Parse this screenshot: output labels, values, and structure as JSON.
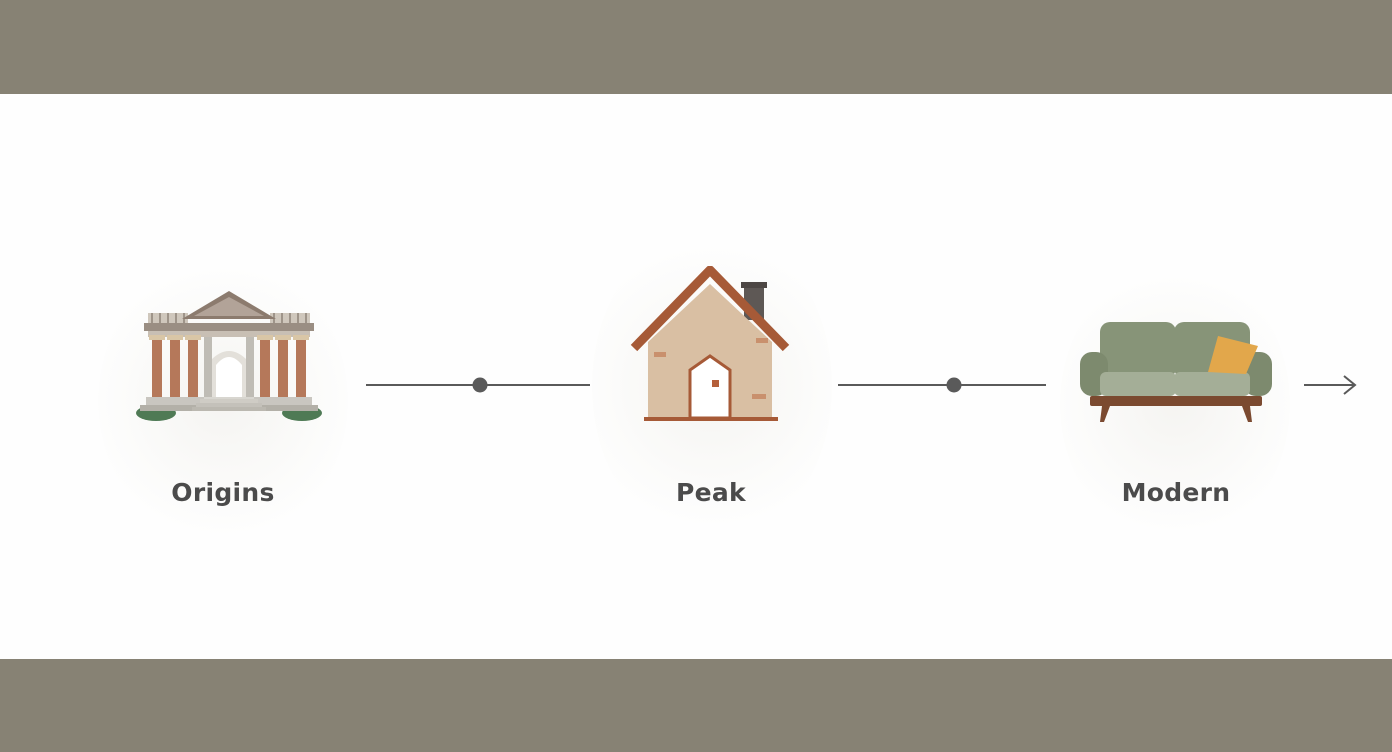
{
  "colors": {
    "band": "#878274",
    "background": "#fefefe",
    "connector": "#5a5a5a",
    "label": "#4b4b4b",
    "sofa": "#879478",
    "pillow": "#e2a74b",
    "roof": "#a65a37",
    "wall": "#d9bfa3",
    "column": "#b5785a"
  },
  "timeline": {
    "stages": [
      {
        "label": "Origins",
        "icon": "classical-temple-icon"
      },
      {
        "label": "Peak",
        "icon": "house-icon"
      },
      {
        "label": "Modern",
        "icon": "sofa-icon"
      }
    ],
    "end_icon": "arrow-right-icon"
  }
}
